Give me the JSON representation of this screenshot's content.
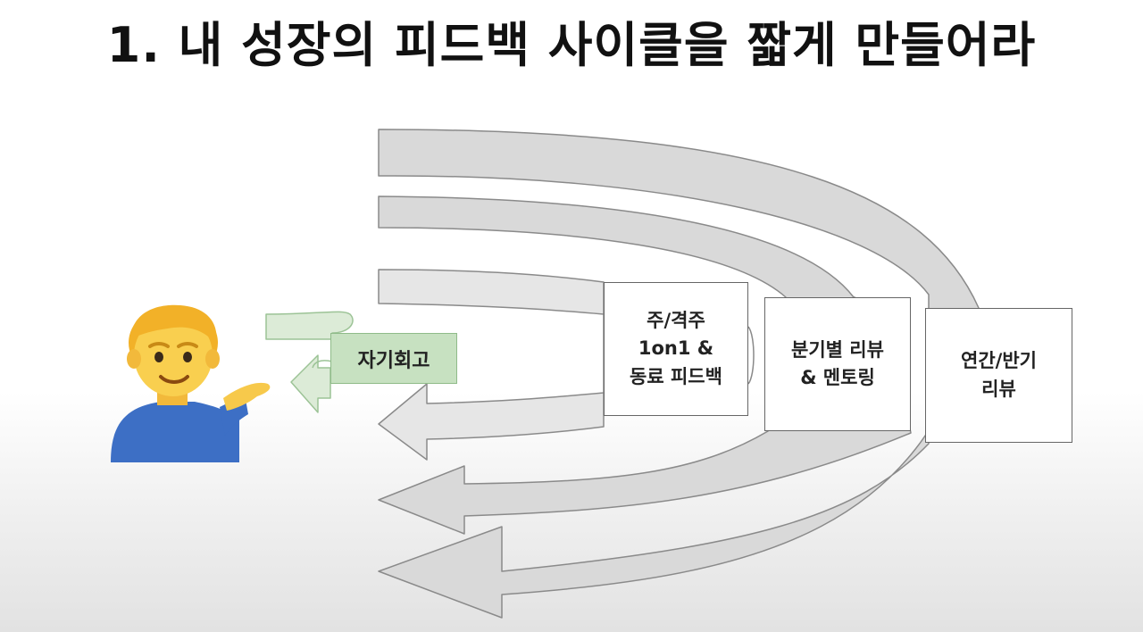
{
  "slide": {
    "title": "1. 내 성장의 피드백 사이클을 짧게 만들어라"
  },
  "boxes": {
    "self_review": "자기회고",
    "weekly": "주/격주\n1on1 &\n동료 피드백",
    "quarterly": "분기별 리뷰\n& 멘토링",
    "annual": "연간/반기\n리뷰"
  },
  "colors": {
    "arrow_fill": "#d6d6d6",
    "arrow_fill_light": "#eaeaea",
    "arrow_stroke": "#8a8a8a",
    "green_fill": "#dcebd7",
    "green_stroke": "#9cc396",
    "self_box": "#c7e1c1"
  },
  "icons": {
    "person": "man-tipping-hand-icon"
  }
}
